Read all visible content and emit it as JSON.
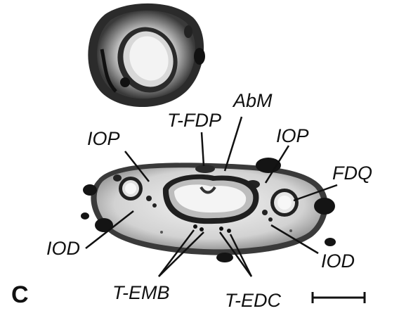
{
  "panel_letter": "C",
  "labels": {
    "abm": "AbM",
    "t_fdp": "T-FDP",
    "iop_left": "IOP",
    "iop_right": "IOP",
    "fdq": "FDQ",
    "iod_left": "IOD",
    "iod_right": "IOD",
    "t_emb": "T-EMB",
    "t_edc": "T-EDC"
  },
  "colors": {
    "background": "#ffffff",
    "ink": "#111111",
    "tissue_light": "#dcdcdc",
    "tissue_mid": "#9a9a9a",
    "muscle_dark": "#1a1a1a"
  }
}
